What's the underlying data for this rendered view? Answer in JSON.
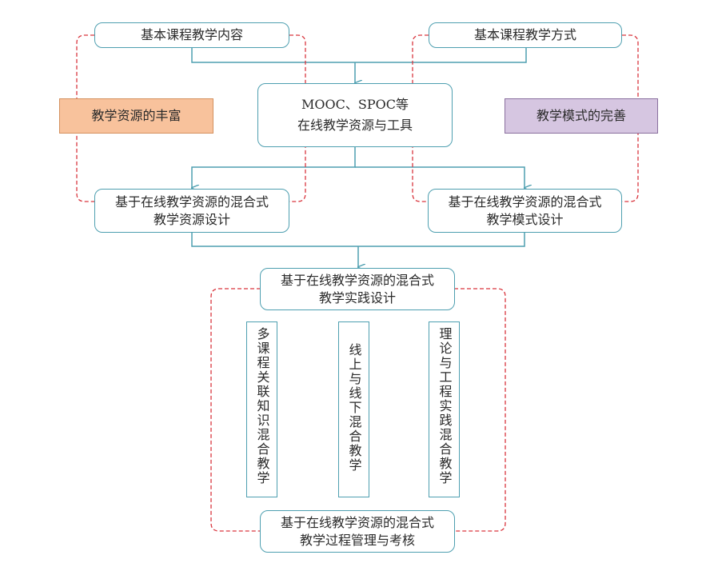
{
  "colors": {
    "flow_line": "#4e9fb0",
    "dashed_line": "#d9363e",
    "orange_fill": "#f8c29c",
    "purple_fill": "#d6c6e1"
  },
  "nodes": {
    "content": "基本课程教学内容",
    "method": "基本课程教学方式",
    "resources_rich": "教学资源的丰富",
    "mode_perfect": "教学模式的完善",
    "mooc_line1": "MOOC、SPOC等",
    "mooc_line2": "在线教学资源与工具",
    "res_design_line1": "基于在线教学资源的混合式",
    "res_design_line2": "教学资源设计",
    "mode_design_line1": "基于在线教学资源的混合式",
    "mode_design_line2": "教学模式设计",
    "practice_line1": "基于在线教学资源的混合式",
    "practice_line2": "教学实践设计",
    "col1": "多课程关联知识混合教学",
    "col2": "线上与线下混合教学",
    "col3": "理论与工程实践混合教学",
    "manage_line1": "基于在线教学资源的混合式",
    "manage_line2": "教学过程管理与考核"
  }
}
